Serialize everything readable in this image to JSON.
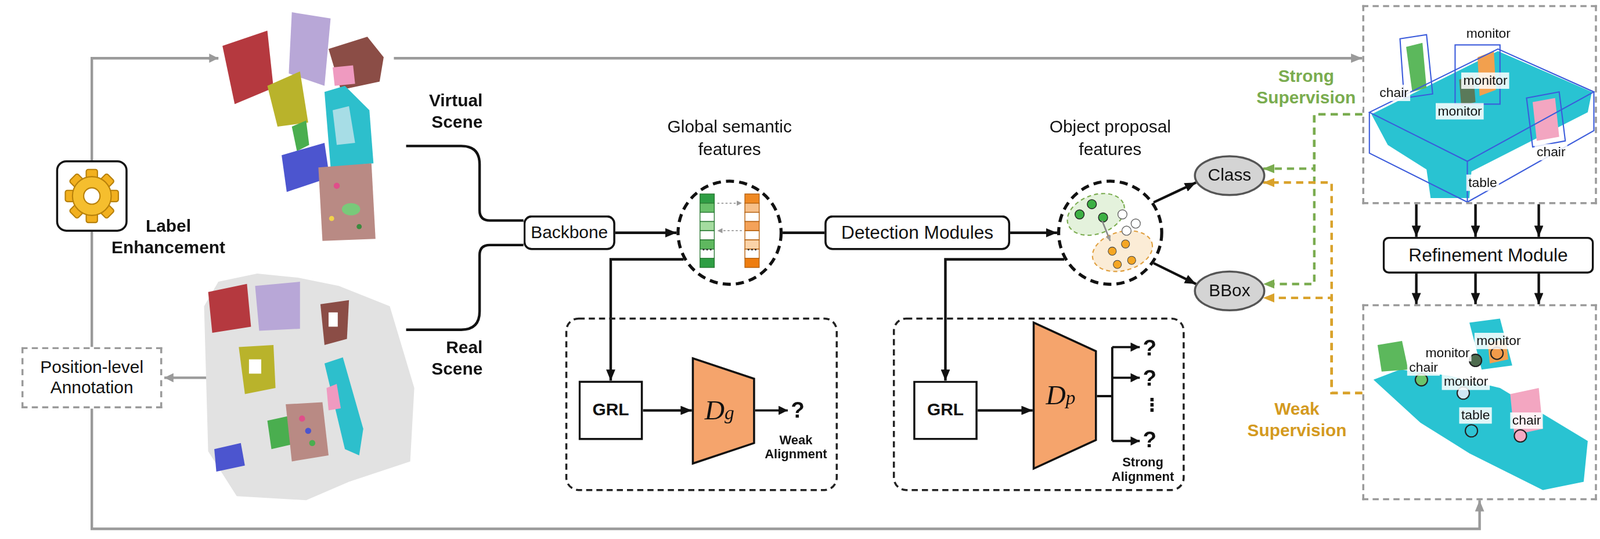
{
  "diagram": {
    "nodes": [
      {
        "text": [
          "Label Enhancement"
        ]
      },
      {
        "text": [
          "Position-level Annotation"
        ]
      },
      {
        "text": [
          "Backbone"
        ]
      },
      {
        "text": [
          "Global semantic features"
        ]
      },
      {
        "text": [
          "Detection Modules"
        ]
      },
      {
        "text": [
          "Object proposal features"
        ]
      },
      {
        "text": [
          "Class"
        ]
      },
      {
        "text": [
          "BBox"
        ]
      },
      {
        "text": [
          "GRL"
        ]
      },
      {
        "text": [
          "Dg"
        ]
      },
      {
        "text": [
          "GRL"
        ]
      },
      {
        "text": [
          "Dp"
        ]
      },
      {
        "text": [
          "monitor",
          "chair",
          "monitor",
          "monitor",
          "chair",
          "table"
        ]
      },
      {
        "text": [
          "Refinement Module"
        ]
      },
      {
        "text": [
          "monitor",
          "monitor",
          "chair",
          "monitor",
          "table",
          "chair"
        ]
      }
    ],
    "edges": [
      {
        "from": 1,
        "to": 0,
        "arrow": "none"
      },
      {
        "from": 0,
        "to": 12,
        "arrow": "to"
      },
      {
        "from": 1,
        "to": 14,
        "arrow": "to"
      },
      {
        "from": 2,
        "to": 3,
        "arrow": "to"
      },
      {
        "from": 3,
        "to": 4,
        "arrow": "none"
      },
      {
        "from": 4,
        "to": 5,
        "arrow": "to"
      },
      {
        "from": 5,
        "to": 6,
        "arrow": "to"
      },
      {
        "from": 5,
        "to": 7,
        "arrow": "to"
      },
      {
        "from": 3,
        "to": 8,
        "arrow": "to"
      },
      {
        "from": 8,
        "to": 9,
        "arrow": "to"
      },
      {
        "from": 5,
        "to": 10,
        "arrow": "to"
      },
      {
        "from": 10,
        "to": 11,
        "arrow": "to"
      },
      {
        "from": 12,
        "to": 6,
        "arrow": "to"
      },
      {
        "from": 12,
        "to": 7,
        "arrow": "to"
      },
      {
        "from": 14,
        "to": 6,
        "arrow": "to"
      },
      {
        "from": 14,
        "to": 7,
        "arrow": "to"
      },
      {
        "from": 12,
        "to": 13,
        "arrow": "to"
      },
      {
        "from": 12,
        "to": 13,
        "arrow": "to"
      },
      {
        "from": 12,
        "to": 13,
        "arrow": "to"
      },
      {
        "from": 13,
        "to": 14,
        "arrow": "to"
      },
      {
        "from": 13,
        "to": 14,
        "arrow": "to"
      },
      {
        "from": 13,
        "to": 14,
        "arrow": "to"
      }
    ],
    "labels": [
      "Virtual Scene",
      "Real Scene",
      "?",
      "Weak Alignment",
      "?",
      "?",
      "⋮",
      "?",
      "Strong Alignment",
      "Strong Supervision",
      "Weak Supervision"
    ]
  }
}
